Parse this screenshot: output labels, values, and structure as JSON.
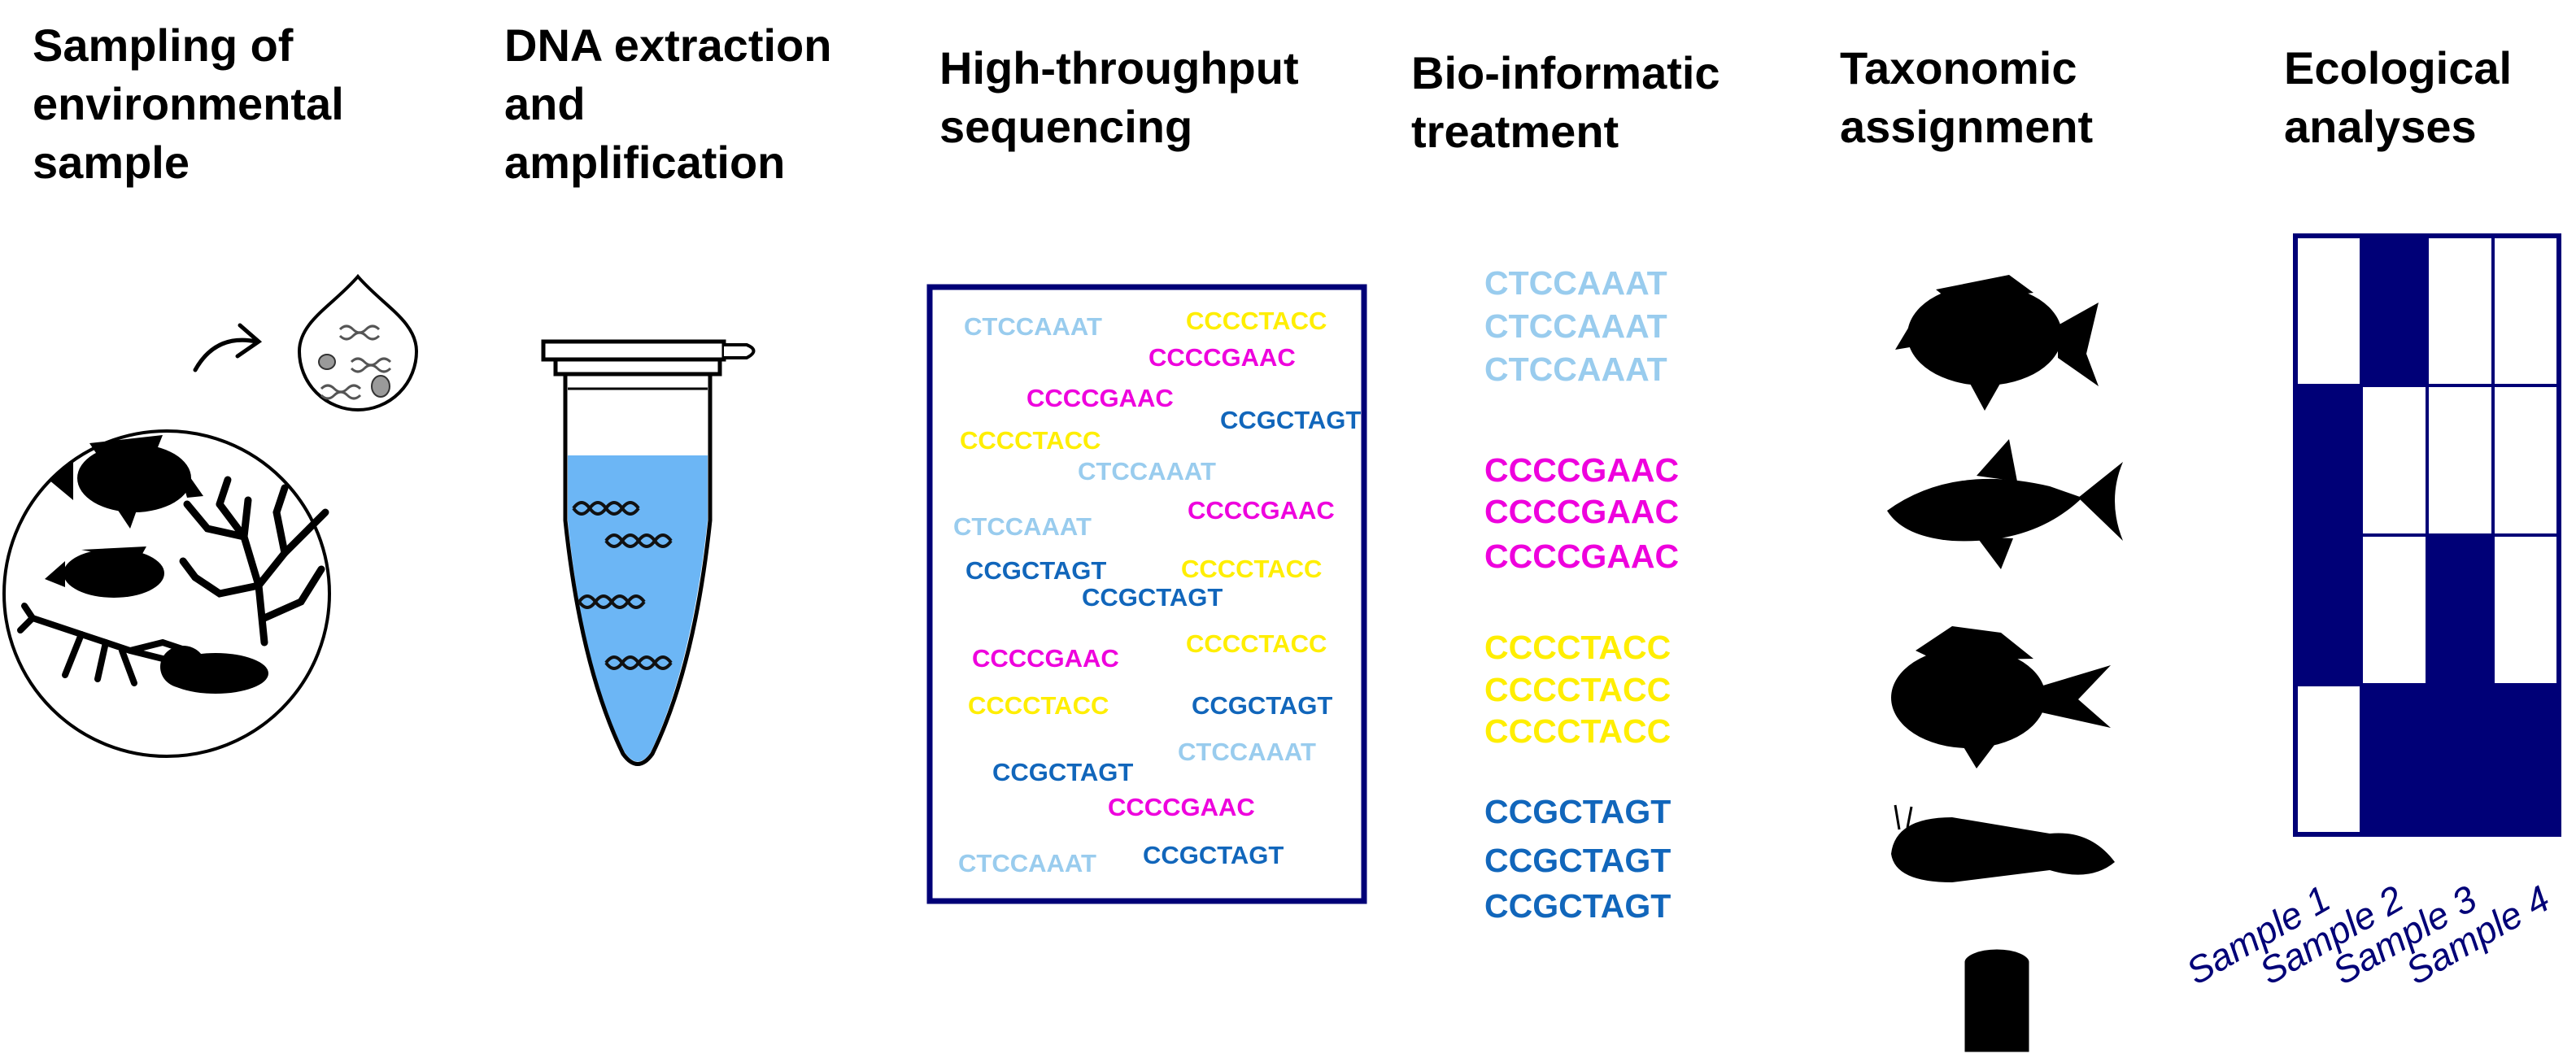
{
  "colors": {
    "light_blue": "#99ccee",
    "magenta": "#ee00dd",
    "yellow": "#ffee00",
    "dark_blue": "#1166bb",
    "navy": "#000077",
    "tube_liquid": "#6cb6f5",
    "black": "#000000"
  },
  "steps": [
    {
      "lines": [
        "Sampling of",
        "environmental",
        "sample"
      ]
    },
    {
      "lines": [
        "DNA extraction",
        "and",
        "amplification"
      ]
    },
    {
      "lines": [
        "High-throughput",
        "sequencing"
      ]
    },
    {
      "lines": [
        "Bio-informatic",
        "treatment"
      ]
    },
    {
      "lines": [
        "Taxonomic",
        "assignment"
      ]
    },
    {
      "lines": [
        "Ecological",
        "analyses"
      ]
    }
  ],
  "sequencing_reads": [
    {
      "text": "CTCCAAAT",
      "color": "light_blue"
    },
    {
      "text": "CCCCTACC",
      "color": "yellow"
    },
    {
      "text": "CCCCGAAC",
      "color": "magenta"
    },
    {
      "text": "CCCCGAAC",
      "color": "magenta"
    },
    {
      "text": "CCGCTAGT",
      "color": "dark_blue"
    },
    {
      "text": "CCCCTACC",
      "color": "yellow"
    },
    {
      "text": "CTCCAAAT",
      "color": "light_blue"
    },
    {
      "text": "CCCCGAAC",
      "color": "magenta"
    },
    {
      "text": "CTCCAAAT",
      "color": "light_blue"
    },
    {
      "text": "CCGCTAGT",
      "color": "dark_blue"
    },
    {
      "text": "CCCCTACC",
      "color": "yellow"
    },
    {
      "text": "CCGCTAGT",
      "color": "dark_blue"
    },
    {
      "text": "CCCCGAAC",
      "color": "magenta"
    },
    {
      "text": "CCCCTACC",
      "color": "yellow"
    },
    {
      "text": "CCCCTACC",
      "color": "yellow"
    },
    {
      "text": "CCGCTAGT",
      "color": "dark_blue"
    },
    {
      "text": "CTCCAAAT",
      "color": "light_blue"
    },
    {
      "text": "CCGCTAGT",
      "color": "dark_blue"
    },
    {
      "text": "CCCCGAAC",
      "color": "magenta"
    },
    {
      "text": "CTCCAAAT",
      "color": "light_blue"
    },
    {
      "text": "CCGCTAGT",
      "color": "dark_blue"
    }
  ],
  "clustered_reads": [
    {
      "text": "CTCCAAAT",
      "color": "light_blue"
    },
    {
      "text": "CTCCAAAT",
      "color": "light_blue"
    },
    {
      "text": "CTCCAAAT",
      "color": "light_blue"
    },
    {
      "text": "CCCCGAAC",
      "color": "magenta"
    },
    {
      "text": "CCCCGAAC",
      "color": "magenta"
    },
    {
      "text": "CCCCGAAC",
      "color": "magenta"
    },
    {
      "text": "CCCCTACC",
      "color": "yellow"
    },
    {
      "text": "CCCCTACC",
      "color": "yellow"
    },
    {
      "text": "CCCCTACC",
      "color": "yellow"
    },
    {
      "text": "CCGCTAGT",
      "color": "dark_blue"
    },
    {
      "text": "CCGCTAGT",
      "color": "dark_blue"
    },
    {
      "text": "CCGCTAGT",
      "color": "dark_blue"
    }
  ],
  "taxa_icons": [
    "snapper-fish-icon",
    "tuna-fish-icon",
    "seabream-fish-icon",
    "blenny-fish-icon"
  ],
  "database_icon": "database-icon",
  "matrix": {
    "samples": [
      "Sample 1",
      "Sample 2",
      "Sample 3",
      "Sample 4"
    ],
    "presence": [
      [
        0,
        1,
        0,
        0
      ],
      [
        1,
        0,
        0,
        0
      ],
      [
        1,
        0,
        1,
        0
      ],
      [
        0,
        1,
        1,
        1
      ]
    ],
    "fill_color": "navy"
  }
}
